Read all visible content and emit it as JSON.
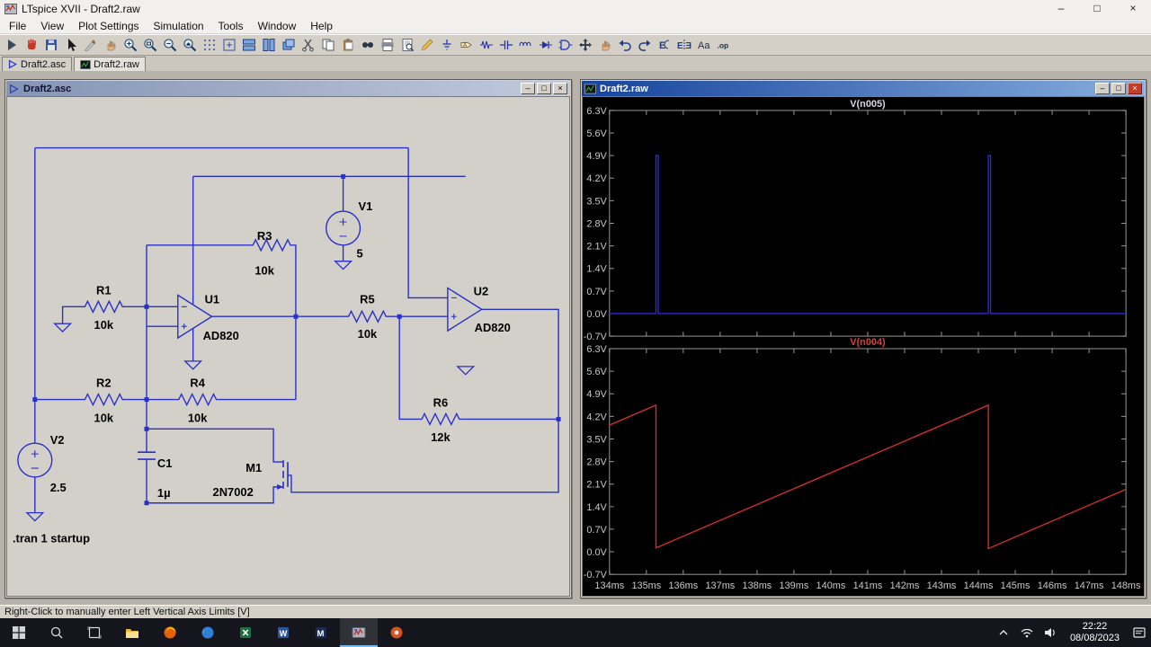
{
  "window": {
    "title": "LTspice XVII - Draft2.raw"
  },
  "window_controls": {
    "minimize": "–",
    "maximize": "□",
    "close": "×"
  },
  "menu_bar": {
    "items": [
      "File",
      "View",
      "Plot Settings",
      "Simulation",
      "Tools",
      "Window",
      "Help"
    ]
  },
  "toolbar": {
    "icons": [
      "run-icon",
      "halt-icon",
      "save-icon",
      "cursor-icon",
      "knife-icon",
      "pan-icon",
      "zoom-in-icon",
      "zoom-box-icon",
      "zoom-out-icon",
      "zoom-full-icon",
      "grid-icon",
      "snap-icon",
      "tile-horizontal-icon",
      "tile-vertical-icon",
      "cascade-icon",
      "scissors-icon",
      "copy-icon",
      "paste-icon",
      "find-icon",
      "print-icon",
      "print-preview-icon",
      "pencil-icon",
      "ground-icon",
      "label-icon",
      "resistor-icon",
      "capacitor-icon",
      "inductor-icon",
      "diode-icon",
      "component-icon",
      "move-icon",
      "drag-icon",
      "undo-icon",
      "redo-icon",
      "rotate-icon",
      "mirror-icon",
      "text-icon",
      "spice-directive-icon"
    ]
  },
  "tab_bar": {
    "active_index": 1,
    "tabs": [
      {
        "label": "Draft2.asc",
        "icon": "schematic-tab-icon"
      },
      {
        "label": "Draft2.raw",
        "icon": "waveform-tab-icon"
      }
    ]
  },
  "schematic": {
    "window_title": "Draft2.asc",
    "directive": ".tran 1 startup",
    "colors": {
      "wire": "#2830c8",
      "background": "#d3d0c9",
      "text": "#000000"
    },
    "components": {
      "R1": {
        "label": "R1",
        "value": "10k"
      },
      "R2": {
        "label": "R2",
        "value": "10k"
      },
      "R3": {
        "label": "R3",
        "value": "10k"
      },
      "R4": {
        "label": "R4",
        "value": "10k"
      },
      "R5": {
        "label": "R5",
        "value": "10k"
      },
      "R6": {
        "label": "R6",
        "value": "12k"
      },
      "U1": {
        "label": "U1",
        "value": "AD820"
      },
      "U2": {
        "label": "U2",
        "value": "AD820"
      },
      "V1": {
        "label": "V1",
        "value": "5"
      },
      "V2": {
        "label": "V2",
        "value": "2.5"
      },
      "C1": {
        "label": "C1",
        "value": "1µ"
      },
      "M1": {
        "label": "M1",
        "value": "2N7002"
      }
    }
  },
  "plot_window": {
    "window_title": "Draft2.raw",
    "background": "#000000",
    "axis_text_color": "#c8c8c8",
    "xlim": [
      134,
      148
    ],
    "x_ticks": [
      134,
      135,
      136,
      137,
      138,
      139,
      140,
      141,
      142,
      143,
      144,
      145,
      146,
      147,
      148
    ],
    "x_tick_labels": [
      "134ms",
      "135ms",
      "136ms",
      "137ms",
      "138ms",
      "139ms",
      "140ms",
      "141ms",
      "142ms",
      "143ms",
      "144ms",
      "145ms",
      "146ms",
      "147ms",
      "148ms"
    ]
  },
  "chart_data": [
    {
      "type": "line",
      "title": "V(n005)",
      "title_color": "#d8d8e4",
      "trace_color": "#2a2ad0",
      "ylim": [
        -0.7,
        6.3
      ],
      "y_ticks": [
        6.3,
        5.6,
        4.9,
        4.2,
        3.5,
        2.8,
        2.1,
        1.4,
        0.7,
        0,
        -0.7
      ],
      "y_tick_labels": [
        "6.3V",
        "5.6V",
        "4.9V",
        "4.2V",
        "3.5V",
        "2.8V",
        "2.1V",
        "1.4V",
        "0.7V",
        "0.0V",
        "-0.7V"
      ],
      "series": [
        {
          "name": "V(n005)",
          "points": [
            [
              134,
              0
            ],
            [
              135.26,
              0
            ],
            [
              135.26,
              4.9
            ],
            [
              135.32,
              4.9
            ],
            [
              135.32,
              0
            ],
            [
              144.27,
              0
            ],
            [
              144.27,
              4.9
            ],
            [
              144.33,
              4.9
            ],
            [
              144.33,
              0
            ],
            [
              148,
              0
            ]
          ]
        }
      ]
    },
    {
      "type": "line",
      "title": "V(n004)",
      "title_color": "#dd3c3c",
      "trace_color": "#cc2e2e",
      "ylim": [
        -0.7,
        6.3
      ],
      "y_ticks": [
        6.3,
        5.6,
        4.9,
        4.2,
        3.5,
        2.8,
        2.1,
        1.4,
        0.7,
        0,
        -0.7
      ],
      "y_tick_labels": [
        "6.3V",
        "5.6V",
        "4.9V",
        "4.2V",
        "3.5V",
        "2.8V",
        "2.1V",
        "1.4V",
        "0.7V",
        "0.0V",
        "-0.7V"
      ],
      "series": [
        {
          "name": "V(n004)",
          "points": [
            [
              134,
              3.93
            ],
            [
              135.26,
              4.55
            ],
            [
              135.26,
              0.12
            ],
            [
              144.27,
              4.55
            ],
            [
              144.27,
              0.1
            ],
            [
              148,
              1.94
            ]
          ]
        }
      ]
    }
  ],
  "status_bar": {
    "text": "Right-Click to manually enter Left Vertical Axis Limits [V]"
  },
  "taskbar": {
    "items": [
      "start-button",
      "search-button",
      "task-view-button",
      "file-explorer-icon",
      "firefox-icon",
      "edge-icon",
      "excel-icon",
      "word-icon",
      "m-app-icon",
      "ltspice-icon",
      "orange-app-icon"
    ],
    "active_item": "ltspice-icon",
    "tray": [
      "tray-chevron-icon",
      "network-icon",
      "volume-icon"
    ],
    "clock": {
      "time": "22:22",
      "date": "08/08/2023"
    },
    "action_center": "action-center-icon"
  }
}
